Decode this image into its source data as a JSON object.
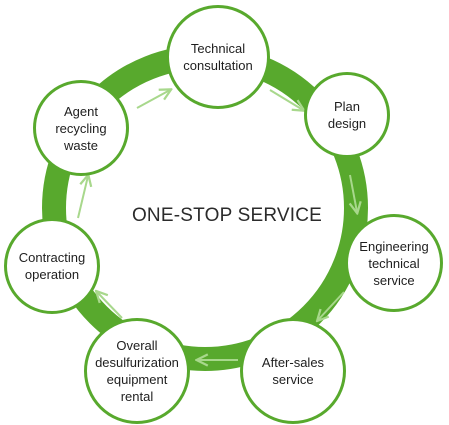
{
  "diagram": {
    "center_title": "ONE-STOP SERVICE",
    "nodes": [
      {
        "id": "technical-consultation",
        "label": "Technical\nconsultation"
      },
      {
        "id": "plan-design",
        "label": "Plan\ndesign"
      },
      {
        "id": "engineering-technical-service",
        "label": "Engineering\ntechnical\nservice"
      },
      {
        "id": "after-sales-service",
        "label": "After-sales\nservice"
      },
      {
        "id": "overall-desulfurization-equipment-rental",
        "label": "Overall\ndesulfurization\nequipment\nrental"
      },
      {
        "id": "contracting-operation",
        "label": "Contracting\noperation"
      },
      {
        "id": "agent-recycling-waste",
        "label": "Agent\nrecycling\nwaste"
      }
    ],
    "colors": {
      "ring": "#58a92d",
      "arrow": "#a8d88c",
      "node_fill": "#ffffff"
    }
  }
}
